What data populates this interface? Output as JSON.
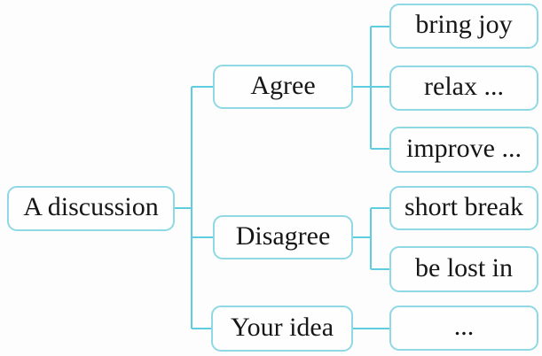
{
  "diagram": {
    "type": "mind-map",
    "root": {
      "label": "A discussion"
    },
    "branches": [
      {
        "label": "Agree",
        "children": [
          "bring joy",
          "relax ...",
          "improve ..."
        ]
      },
      {
        "label": "Disagree",
        "children": [
          "short break",
          "be lost in"
        ]
      },
      {
        "label": "Your idea",
        "children": [
          "..."
        ]
      }
    ],
    "colors": {
      "box_border": "#8fd8e4",
      "connector": "#5ecddf",
      "text": "#161616",
      "background": "#fdfdfd"
    }
  }
}
